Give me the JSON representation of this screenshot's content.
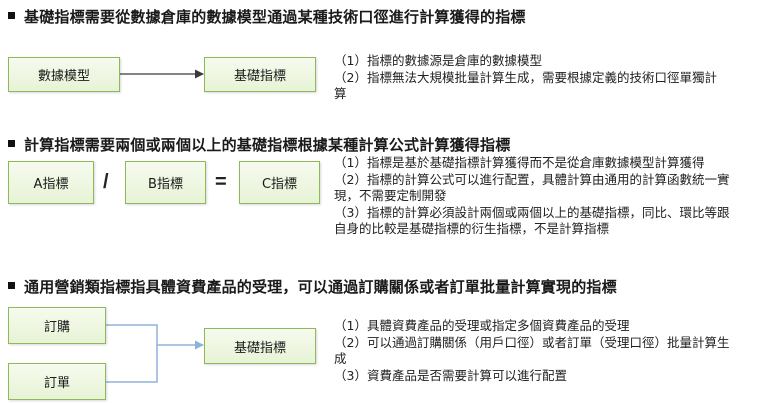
{
  "sections": [
    {
      "heading": "基礎指標需要從數據倉庫的數據模型通過某種技術口徑進行計算獲得的指標",
      "boxes": {
        "source": "數據模型",
        "target": "基礎指標"
      },
      "notes": [
        "（1）指標的數據源是倉庫的數據模型",
        "（2）指標無法大規模批量計算生成，需要根據定義的技術口徑單獨計算"
      ]
    },
    {
      "heading": "計算指標需要兩個或兩個以上的基礎指標根據某種計算公式計算獲得指標",
      "boxes": {
        "a": "A指標",
        "divide": "/",
        "b": "B指標",
        "equals": "=",
        "c": "C指標"
      },
      "notes": [
        "（1）指標是基於基礎指標計算獲得而不是從倉庫數據模型計算獲得",
        "（2）指標的計算公式可以進行配置，具體計算由通用的計算函數統一實現，不需要定制開發",
        "（3）指標的計算必須設計兩個或兩個以上的基礎指標，同比、環比等跟自身的比較是基礎指標的衍生指標，不是計算指標"
      ]
    },
    {
      "heading": "通用營銷類指標指具體資費產品的受理，可以通過訂購關係或者訂單批量計算實現的指標",
      "boxes": {
        "order_rel": "訂購",
        "order": "訂單",
        "target": "基礎指標"
      },
      "notes": [
        "（1）具體資費產品的受理或指定多個資費產品的受理",
        "（2）可以通過訂購關係（用戶口徑）或者訂單（受理口徑）批量計算生成",
        "（3）資費產品是否需要計算可以進行配置"
      ]
    }
  ],
  "colors": {
    "box_border": "#8fb85a",
    "box_fill": "#eef7e2",
    "connector_dark": "#3a3a3a",
    "connector_blue": "#8fb2d9"
  }
}
